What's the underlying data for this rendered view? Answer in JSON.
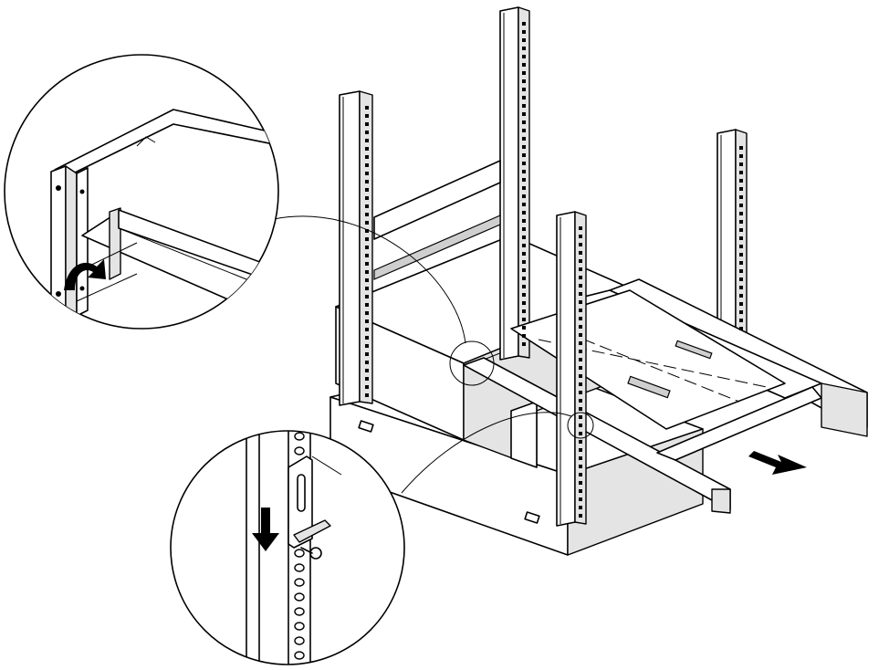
{
  "illustration": {
    "subject": "rack-mount-rail-installation",
    "callouts": [
      "front-rail-bracket-detail",
      "rack-post-hook-detail"
    ],
    "arrows": [
      "rotate-tab-arrow",
      "slide-down-arrow",
      "push-in-arrow"
    ]
  }
}
